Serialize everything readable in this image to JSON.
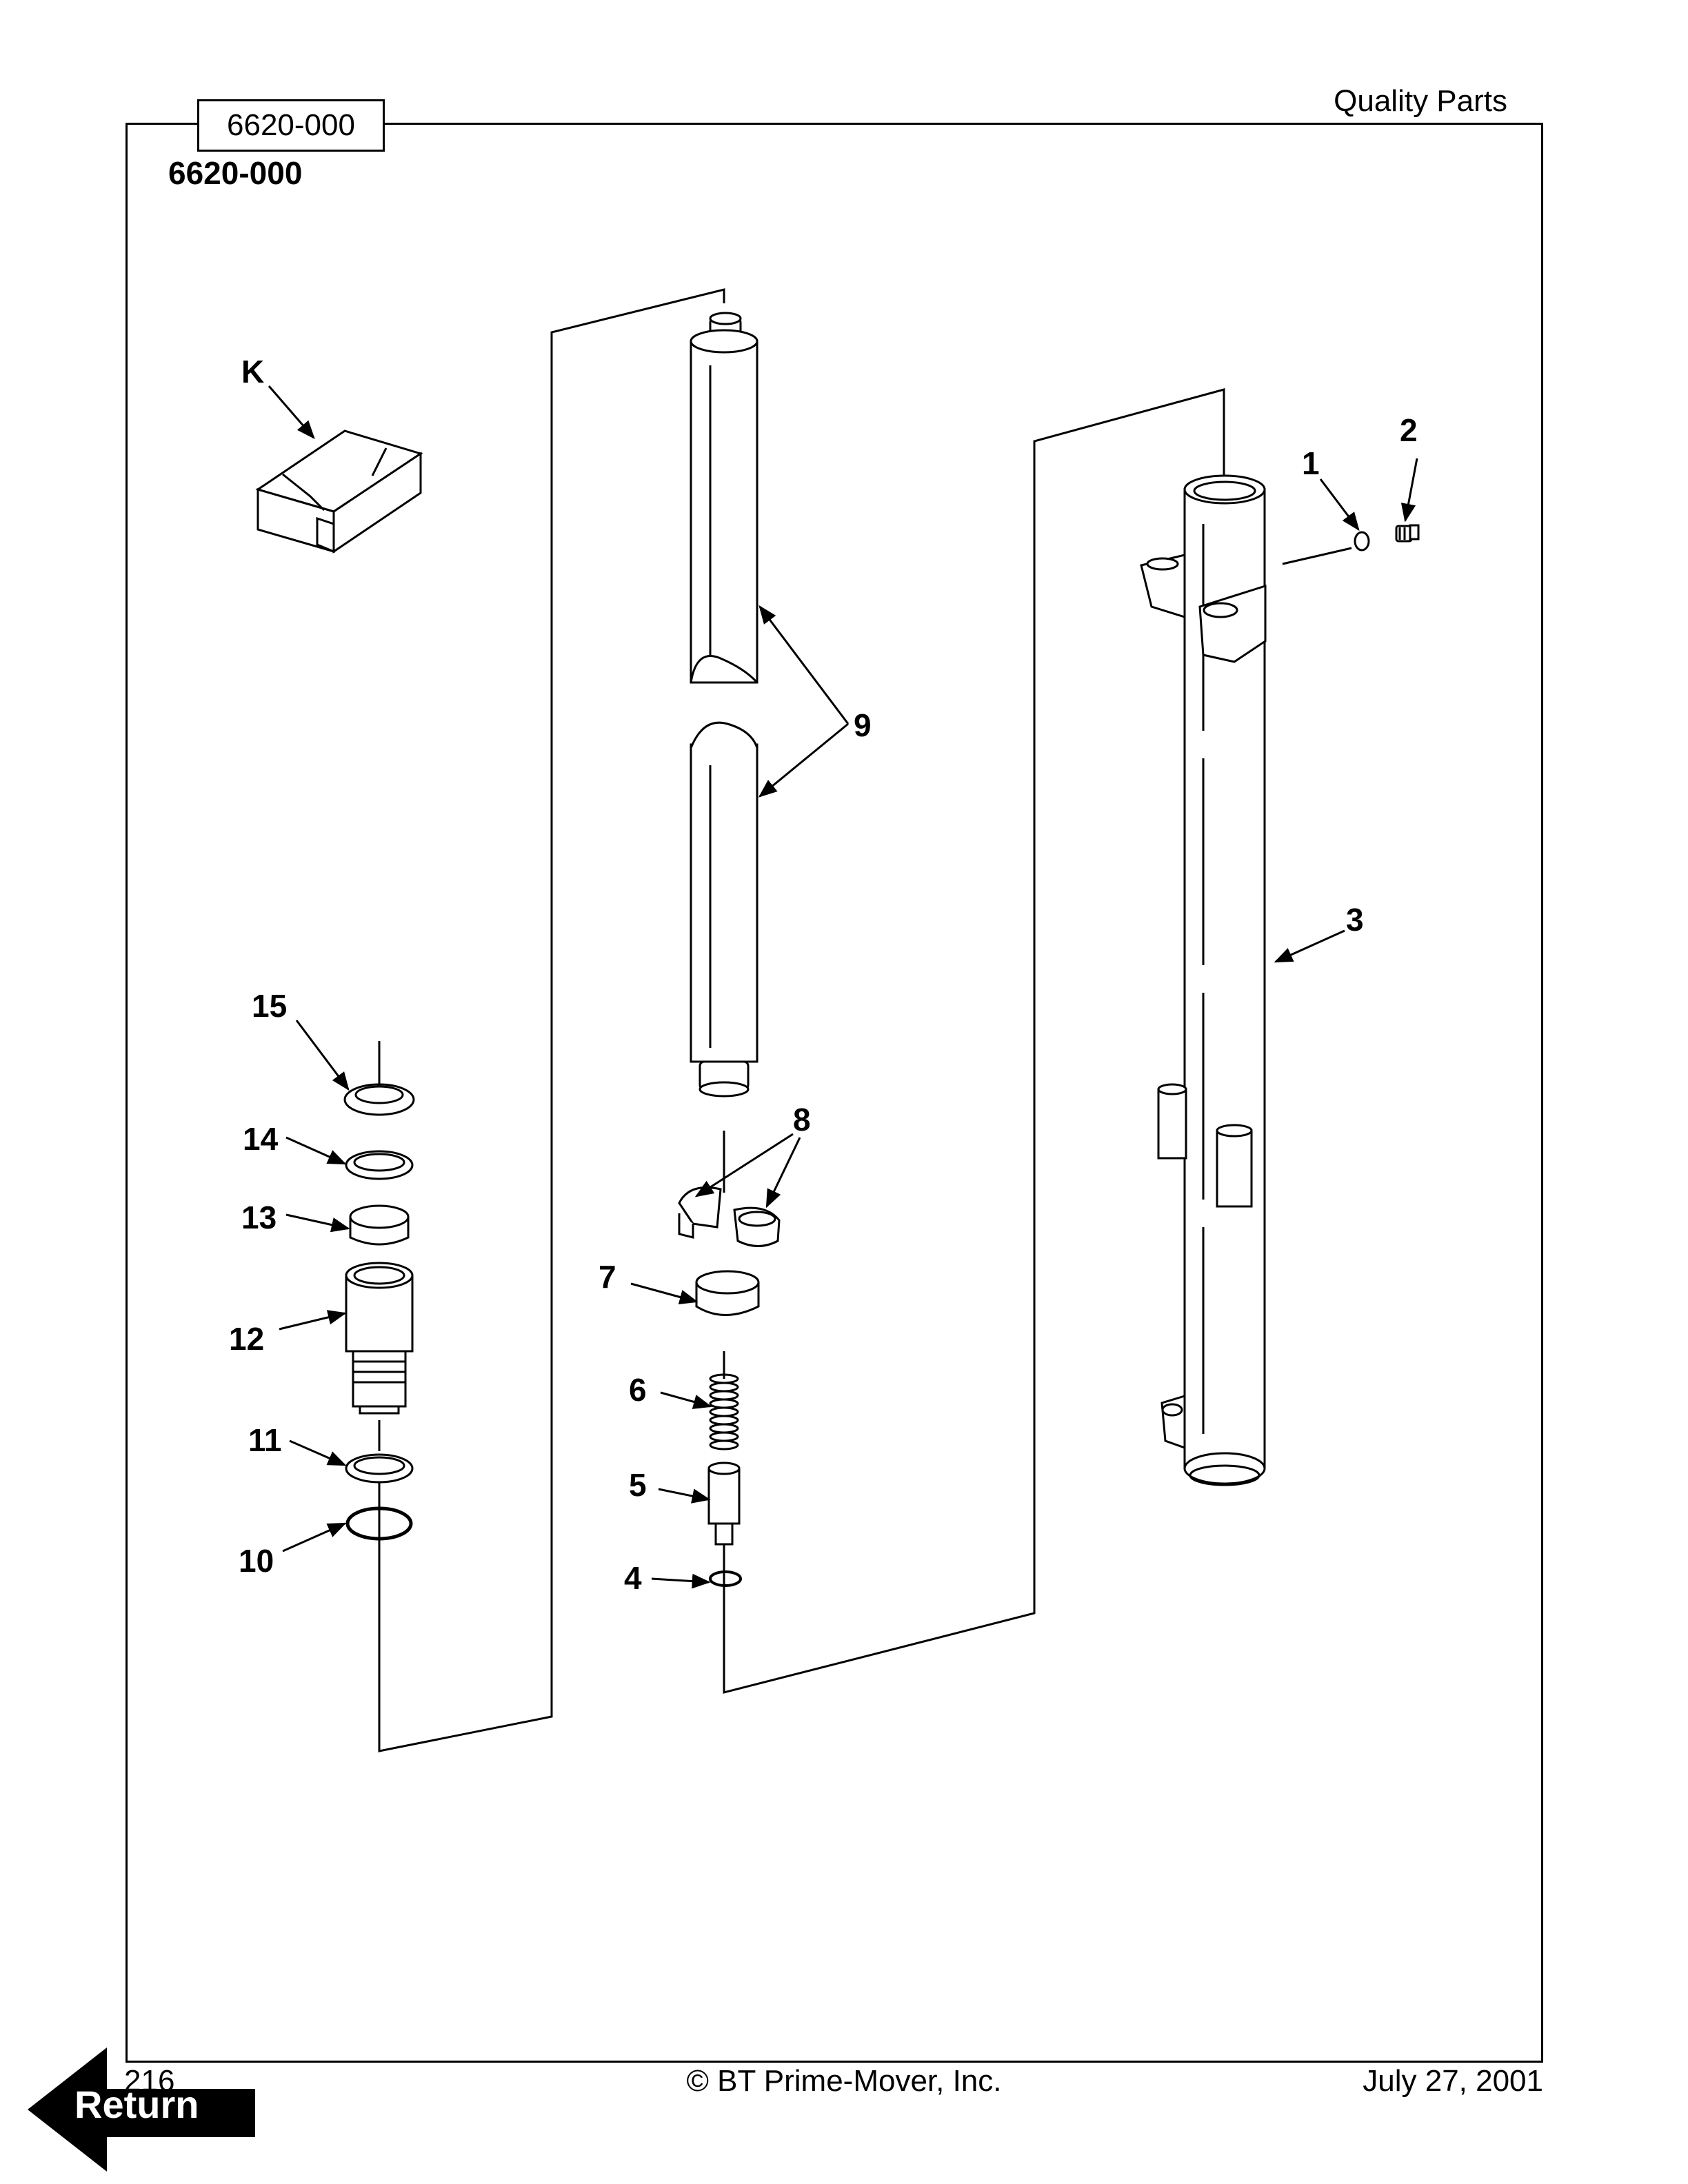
{
  "header": {
    "tab_label": "6620-000",
    "right_text": "Quality Parts",
    "assembly_number": "6620-000"
  },
  "callouts": [
    "K",
    "1",
    "2",
    "3",
    "4",
    "5",
    "6",
    "7",
    "8",
    "9",
    "10",
    "11",
    "12",
    "13",
    "14",
    "15"
  ],
  "footer": {
    "page_number": "216",
    "copyright": "© BT Prime-Mover, Inc.",
    "date": "July 27, 2001"
  },
  "nav": {
    "return_label": "Return"
  }
}
